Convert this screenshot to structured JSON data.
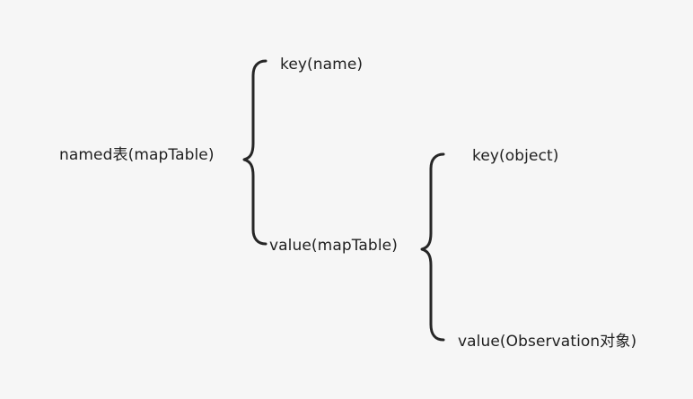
{
  "nodes": {
    "root": "named表(mapTable)",
    "level1_key": "key(name)",
    "level1_value": "value(mapTable)",
    "level2_key": "key(object)",
    "level2_value": "value(Observation对象)"
  }
}
